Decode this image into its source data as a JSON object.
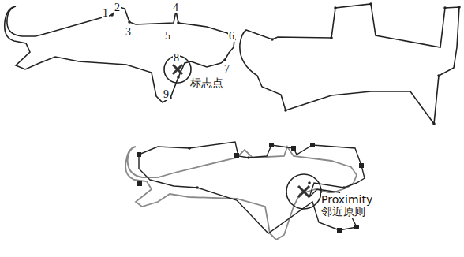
{
  "diagram": {
    "labels": [
      "1",
      "2",
      "3",
      "4",
      "5",
      "6",
      "7",
      "8",
      "9",
      "标志点",
      "Proximity 邻近原则"
    ]
  }
}
